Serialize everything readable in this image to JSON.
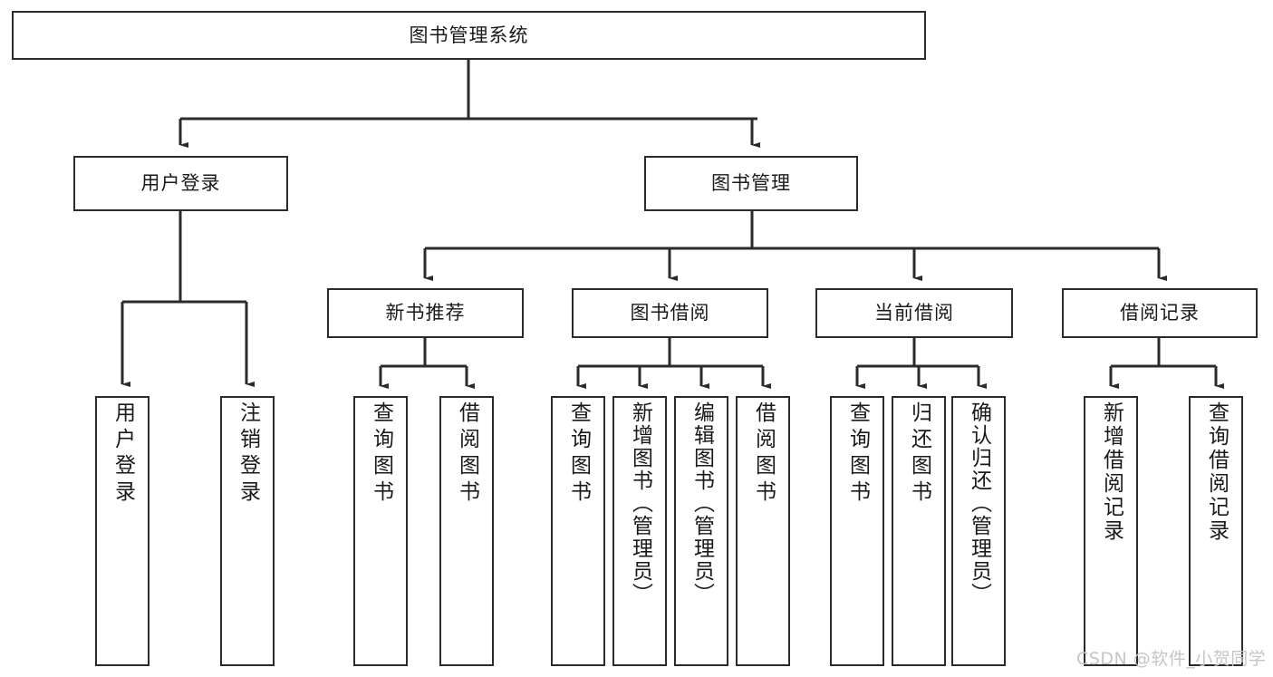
{
  "diagram": {
    "title_node": {
      "label": "图书管理系统"
    },
    "level2": [
      {
        "id": "user-login",
        "label": "用户登录"
      },
      {
        "id": "book-management",
        "label": "图书管理"
      }
    ],
    "level3": [
      {
        "id": "new-book-recommend",
        "label": "新书推荐"
      },
      {
        "id": "book-borrow",
        "label": "图书借阅"
      },
      {
        "id": "current-borrow",
        "label": "当前借阅"
      },
      {
        "id": "borrow-record",
        "label": "借阅记录"
      }
    ],
    "leaves": [
      {
        "id": "leaf-user-login",
        "label": "用户登录"
      },
      {
        "id": "leaf-logout-login",
        "label": "注销登录"
      },
      {
        "id": "leaf-query-book-1",
        "label": "查询图书"
      },
      {
        "id": "leaf-borrow-book-1",
        "label": "借阅图书"
      },
      {
        "id": "leaf-query-book-2",
        "label": "查询图书"
      },
      {
        "id": "leaf-add-book-admin",
        "label": "新增图书（管理员）"
      },
      {
        "id": "leaf-edit-book-admin",
        "label": "编辑图书（管理员）"
      },
      {
        "id": "leaf-borrow-book-2",
        "label": "借阅图书"
      },
      {
        "id": "leaf-query-book-3",
        "label": "查询图书"
      },
      {
        "id": "leaf-return-book",
        "label": "归还图书"
      },
      {
        "id": "leaf-confirm-return-admin",
        "label": "确认归还（管理员）"
      },
      {
        "id": "leaf-add-borrow-record",
        "label": "新增借阅记录"
      },
      {
        "id": "leaf-query-borrow-record",
        "label": "查询借阅记录"
      }
    ],
    "colors": {
      "stroke": "#2b2b2b",
      "fill": "#ffffff",
      "text": "#1a1a1a",
      "watermark": "#c6c6c6"
    }
  },
  "watermark": {
    "text": "CSDN @软件_小贺同学"
  }
}
